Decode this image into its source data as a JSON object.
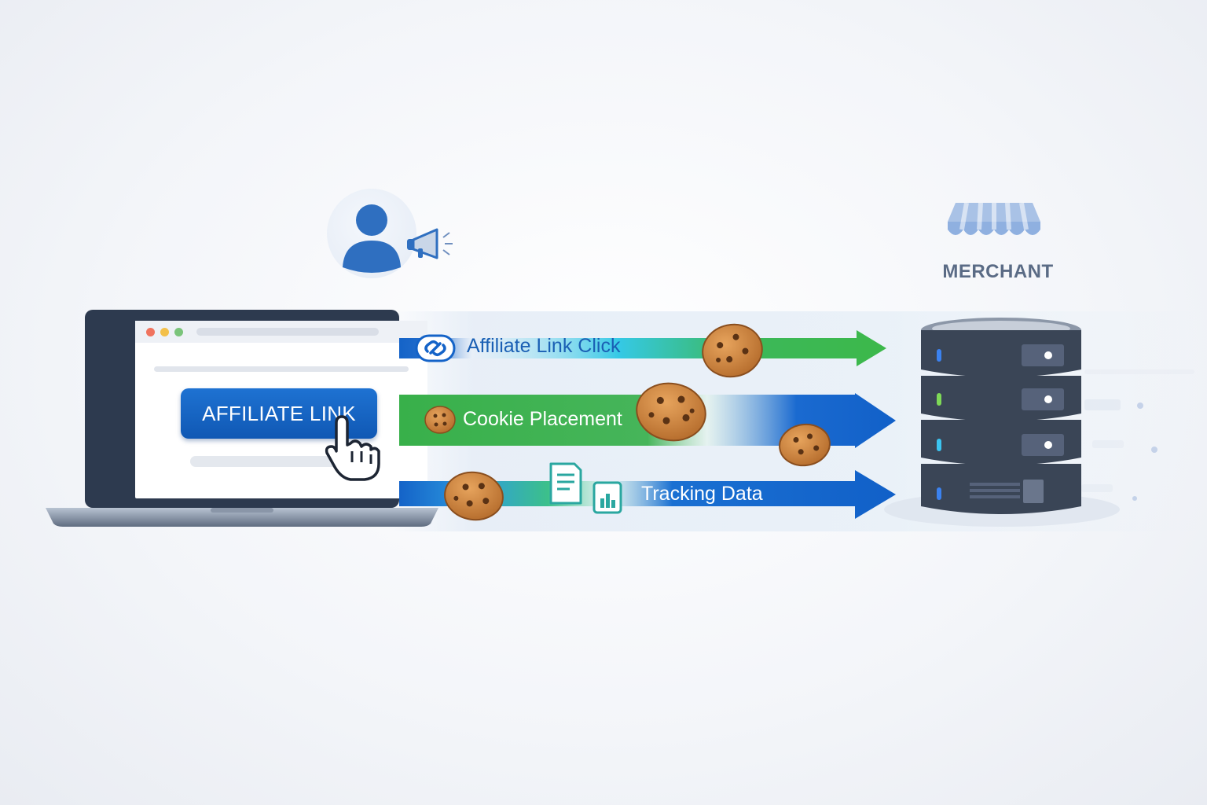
{
  "affiliate_button": {
    "label": "AFFILIATE LINK"
  },
  "merchant": {
    "label": "MERCHANT"
  },
  "flows": {
    "click": {
      "label": "Affiliate Link Click"
    },
    "cookie": {
      "label": "Cookie Placement"
    },
    "tracking": {
      "label": "Tracking Data"
    }
  },
  "colors": {
    "brand_blue": "#1565c8",
    "flow_green": "#3db24a",
    "server_dark": "#3a4556",
    "merchant_awning": "#8fb0e0",
    "cookie": "#c8813f"
  },
  "icons": [
    "user-icon",
    "megaphone-icon",
    "storefront-icon",
    "link-icon",
    "cookie-icon",
    "document-icon",
    "chart-icon",
    "hand-cursor-icon",
    "server-icon"
  ]
}
